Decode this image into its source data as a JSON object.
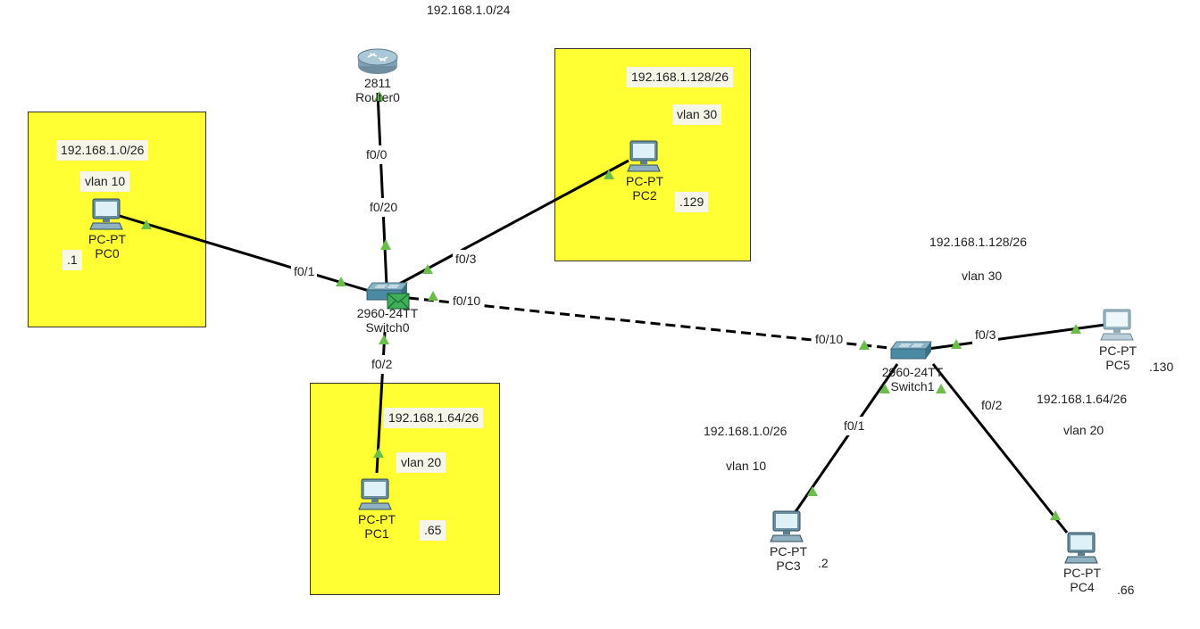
{
  "networks": {
    "top": "192.168.1.0/24"
  },
  "zones": {
    "vlan10": {
      "subnet": "192.168.1.0/26",
      "vlan": "vlan 10",
      "host_ip": ".1"
    },
    "vlan30": {
      "subnet": "192.168.1.128/26",
      "vlan": "vlan 30",
      "host_ip": ".129"
    },
    "vlan20": {
      "subnet": "192.168.1.64/26",
      "vlan": "vlan 20",
      "host_ip": ".65"
    }
  },
  "switch1_notes": {
    "vlan30_subnet": "192.168.1.128/26",
    "vlan30_label": "vlan 30",
    "vlan10_subnet": "192.168.1.0/26",
    "vlan10_label": "vlan 10",
    "vlan20_subnet": "192.168.1.64/26",
    "vlan20_label": "vlan 20",
    "pc3_ip": ".2",
    "pc4_ip": ".66",
    "pc5_ip": ".130"
  },
  "devices": {
    "router0": {
      "model": "2811",
      "name": "Router0",
      "icon": "router-icon"
    },
    "switch0": {
      "model": "2960-24TT",
      "name": "Switch0",
      "icon": "switch-icon"
    },
    "switch1": {
      "model": "2960-24TT",
      "name": "Switch1",
      "icon": "switch-icon"
    },
    "pc0": {
      "model": "PC-PT",
      "name": "PC0",
      "icon": "pc-icon"
    },
    "pc1": {
      "model": "PC-PT",
      "name": "PC1",
      "icon": "pc-icon"
    },
    "pc2": {
      "model": "PC-PT",
      "name": "PC2",
      "icon": "pc-icon"
    },
    "pc3": {
      "model": "PC-PT",
      "name": "PC3",
      "icon": "pc-icon"
    },
    "pc4": {
      "model": "PC-PT",
      "name": "PC4",
      "icon": "pc-icon"
    },
    "pc5": {
      "model": "PC-PT",
      "name": "PC5",
      "icon": "pc-icon"
    }
  },
  "ports": {
    "router0_f00": "f0/0",
    "switch0_f020": "f0/20",
    "switch0_f03": "f0/3",
    "switch0_f01": "f0/1",
    "switch0_f010": "f0/10",
    "switch0_f02": "f0/2",
    "switch1_f010": "f0/10",
    "switch1_f03": "f0/3",
    "switch1_f01": "f0/1",
    "switch1_f02": "f0/2"
  },
  "colors": {
    "note_area": "#ffff33",
    "link_up": "#6abf4b",
    "cable": "#000000",
    "pdu_envelope": "#3fae5a"
  }
}
